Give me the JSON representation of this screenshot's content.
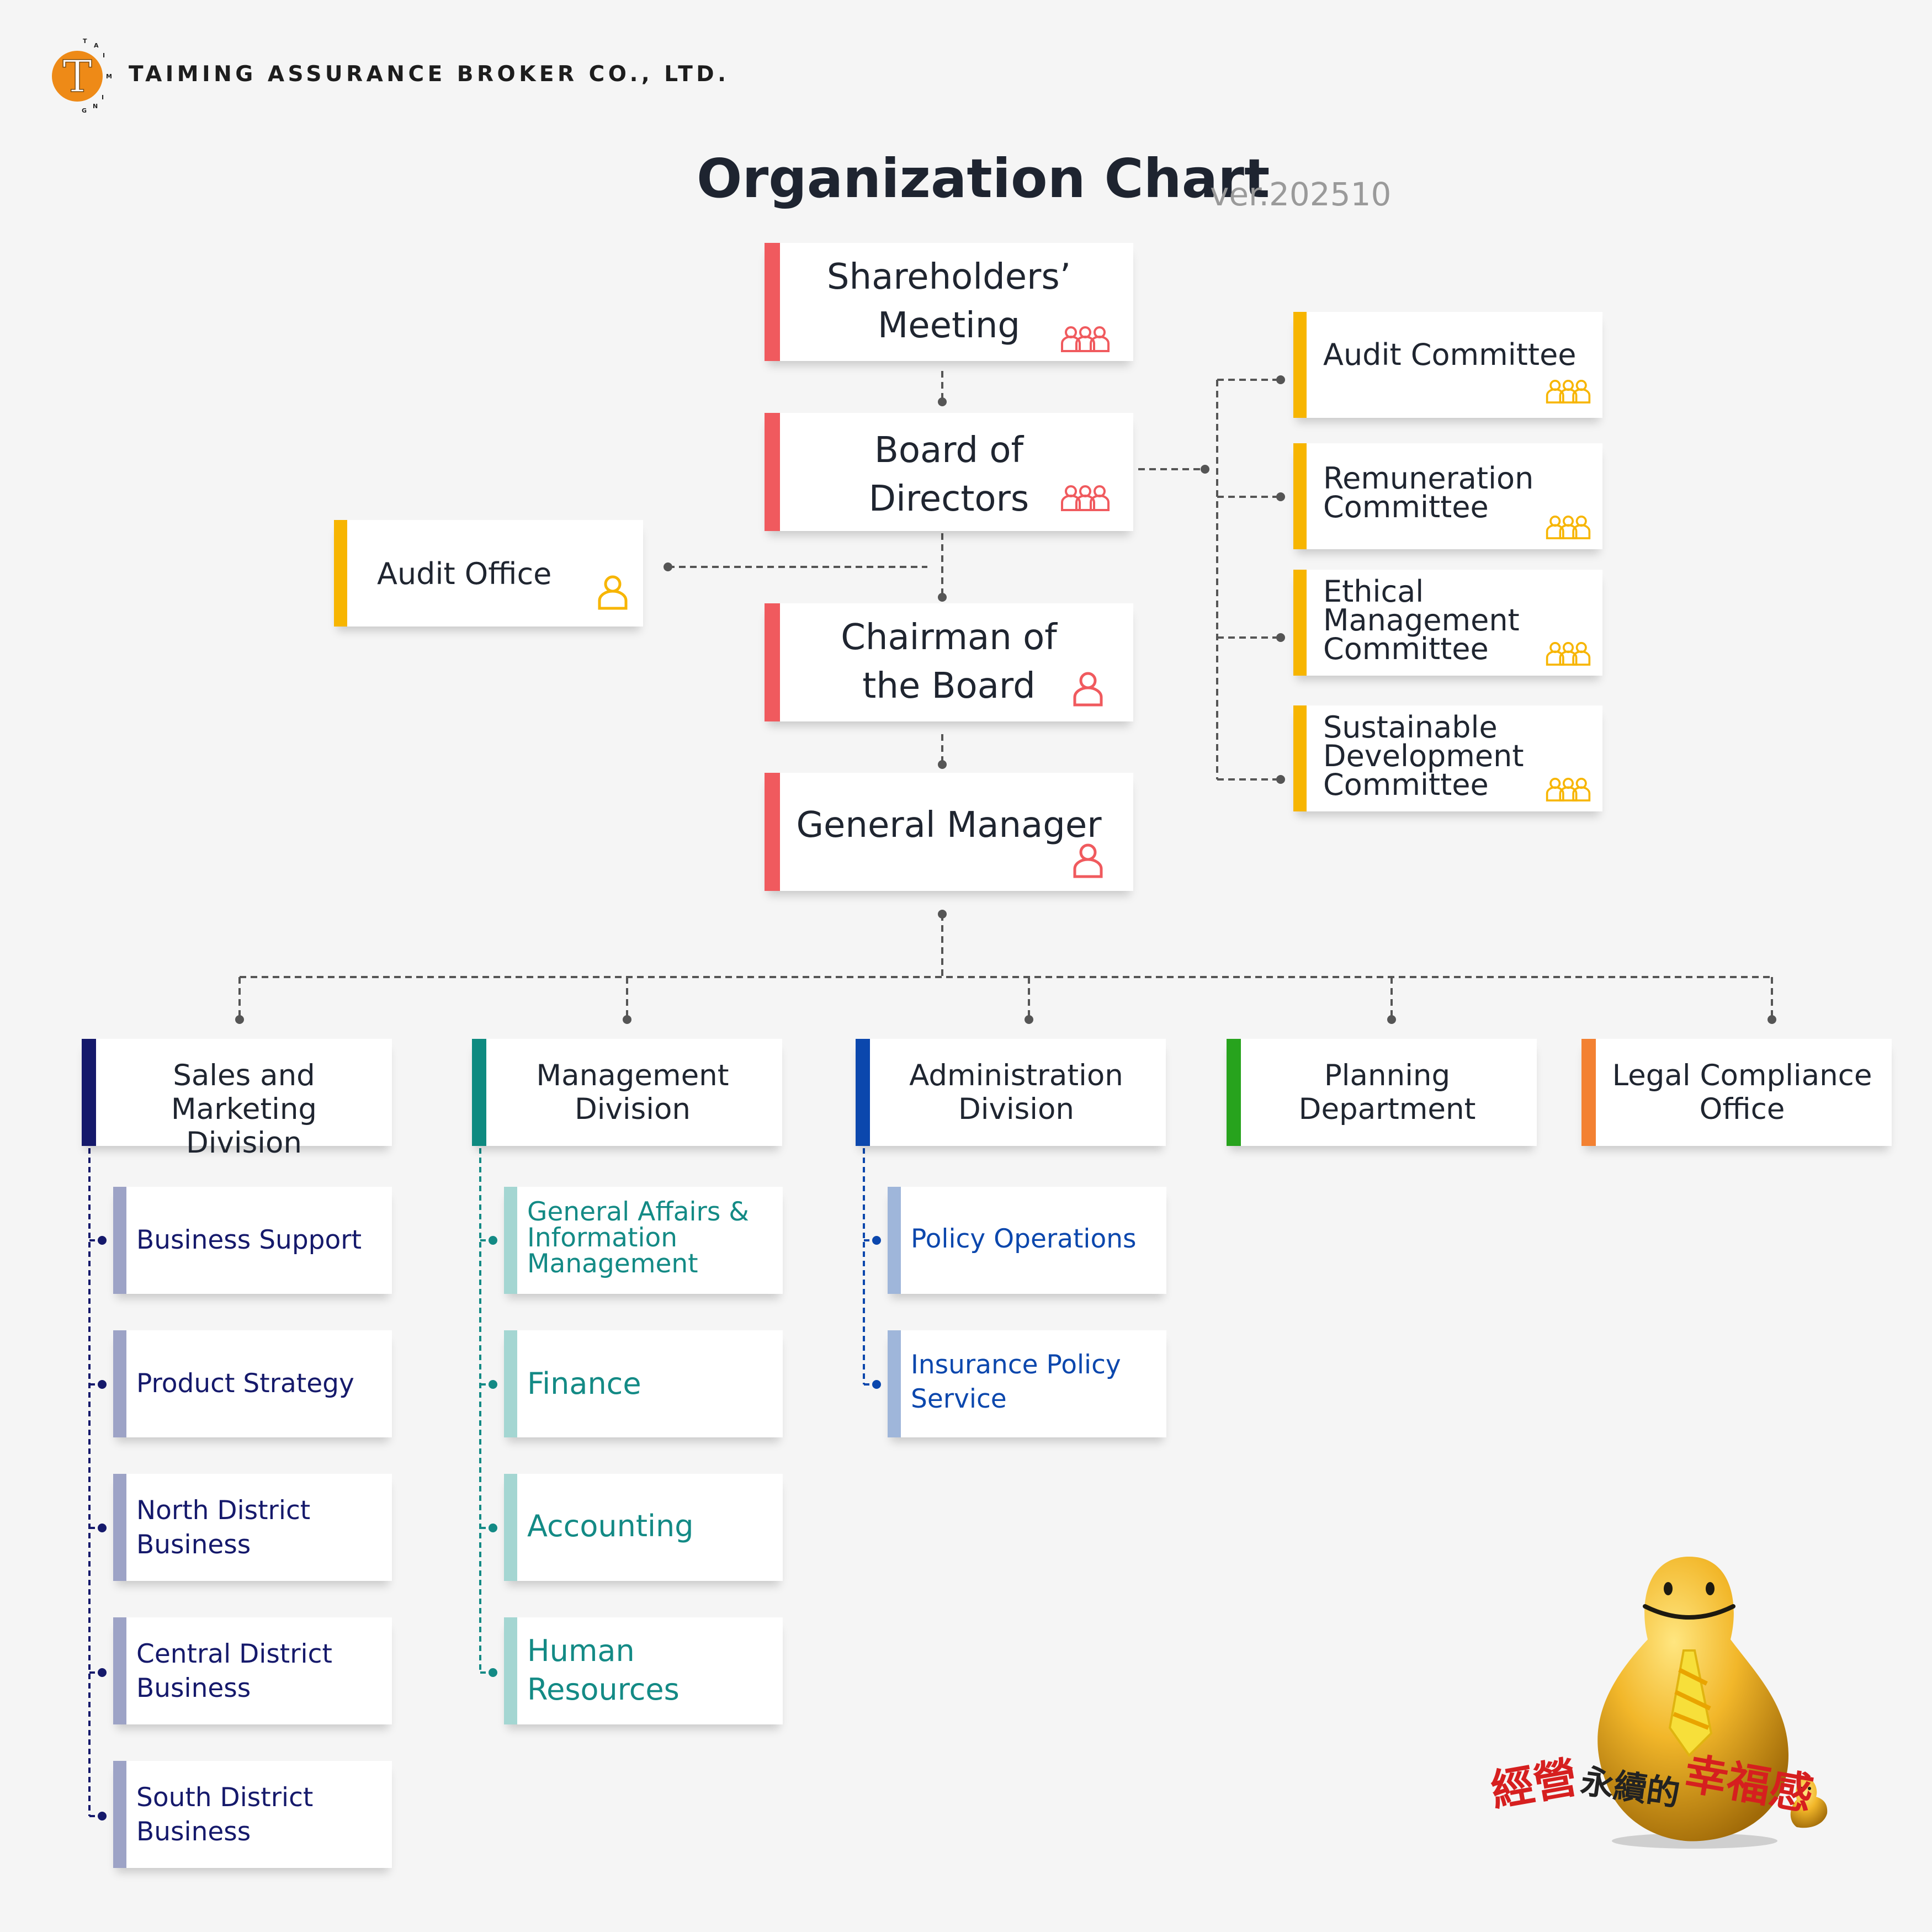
{
  "header": {
    "company_name": "TAIMING  ASSURANCE BROKER CO., LTD.",
    "logo_letter": "T",
    "logo_ring_letters": [
      "T",
      "A",
      "I",
      "M",
      "I",
      "N",
      "G"
    ]
  },
  "title": "Organization Chart",
  "version": "ver.202510",
  "governance": {
    "shareholders": "Shareholders’\nMeeting",
    "board": "Board of\nDirectors",
    "chairman": "Chairman of\nthe Board",
    "general_manager": "General Manager",
    "audit_office": "Audit Office"
  },
  "committees": [
    "Audit Committee",
    "Remuneration\nCommittee",
    "Ethical\nManagement\nCommittee",
    "Sustainable\nDevelopment\nCommittee"
  ],
  "divisions": [
    {
      "name": "Sales and Marketing\nDivision",
      "color": "#15196b",
      "units": [
        "Business Support",
        "Product Strategy",
        "North District\nBusiness",
        "Central District\nBusiness",
        "South District\nBusiness"
      ]
    },
    {
      "name": "Management\nDivision",
      "color": "#0e8a80",
      "units": [
        "General Affairs &\nInformation\nManagement",
        "Finance",
        "Accounting",
        "Human\nResources"
      ]
    },
    {
      "name": "Administration\nDivision",
      "color": "#0b47ad",
      "units": [
        "Policy Operations",
        "Insurance Policy\nService"
      ]
    },
    {
      "name": "Planning\nDepartment",
      "color": "#27a31d",
      "units": []
    },
    {
      "name": "Legal Compliance\nOffice",
      "color": "#f38132",
      "units": []
    }
  ],
  "colors": {
    "governance_bar": "#f05a5e",
    "committee_bar": "#f7b500",
    "sales_text": "#15196b",
    "sales_sub_bar": "#9da3c6",
    "management_text": "#138a85",
    "management_sub_bar": "#a4d6d2",
    "admin_text": "#0b47ad",
    "admin_sub_bar": "#9fb6da",
    "connector": "#555555"
  },
  "icons": {
    "group": "people-group-icon",
    "person": "person-icon"
  },
  "slogan": "經營永續的幸福感"
}
